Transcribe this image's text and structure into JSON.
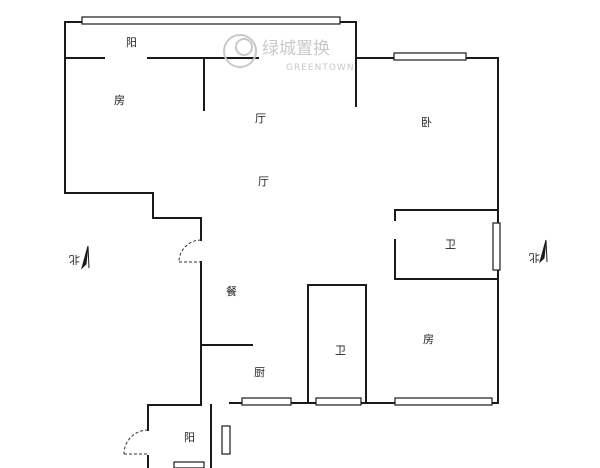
{
  "watermark": {
    "brand_cn": "绿城置换",
    "brand_en": "GREENTOWN"
  },
  "rooms": {
    "balcony_top": "阳",
    "room_left": "房",
    "hall_upper": "厅",
    "hall_mid": "厅",
    "bedroom": "卧",
    "bath_right": "卫",
    "dining": "餐",
    "bath_mid": "卫",
    "room_right": "房",
    "kitchen": "厨",
    "balcony_bottom": "阳"
  },
  "compass": {
    "left": "北",
    "right": "北"
  },
  "colors": {
    "line": "#1a1a1a",
    "watermark": "#c9c9c9",
    "background": "#ffffff"
  }
}
